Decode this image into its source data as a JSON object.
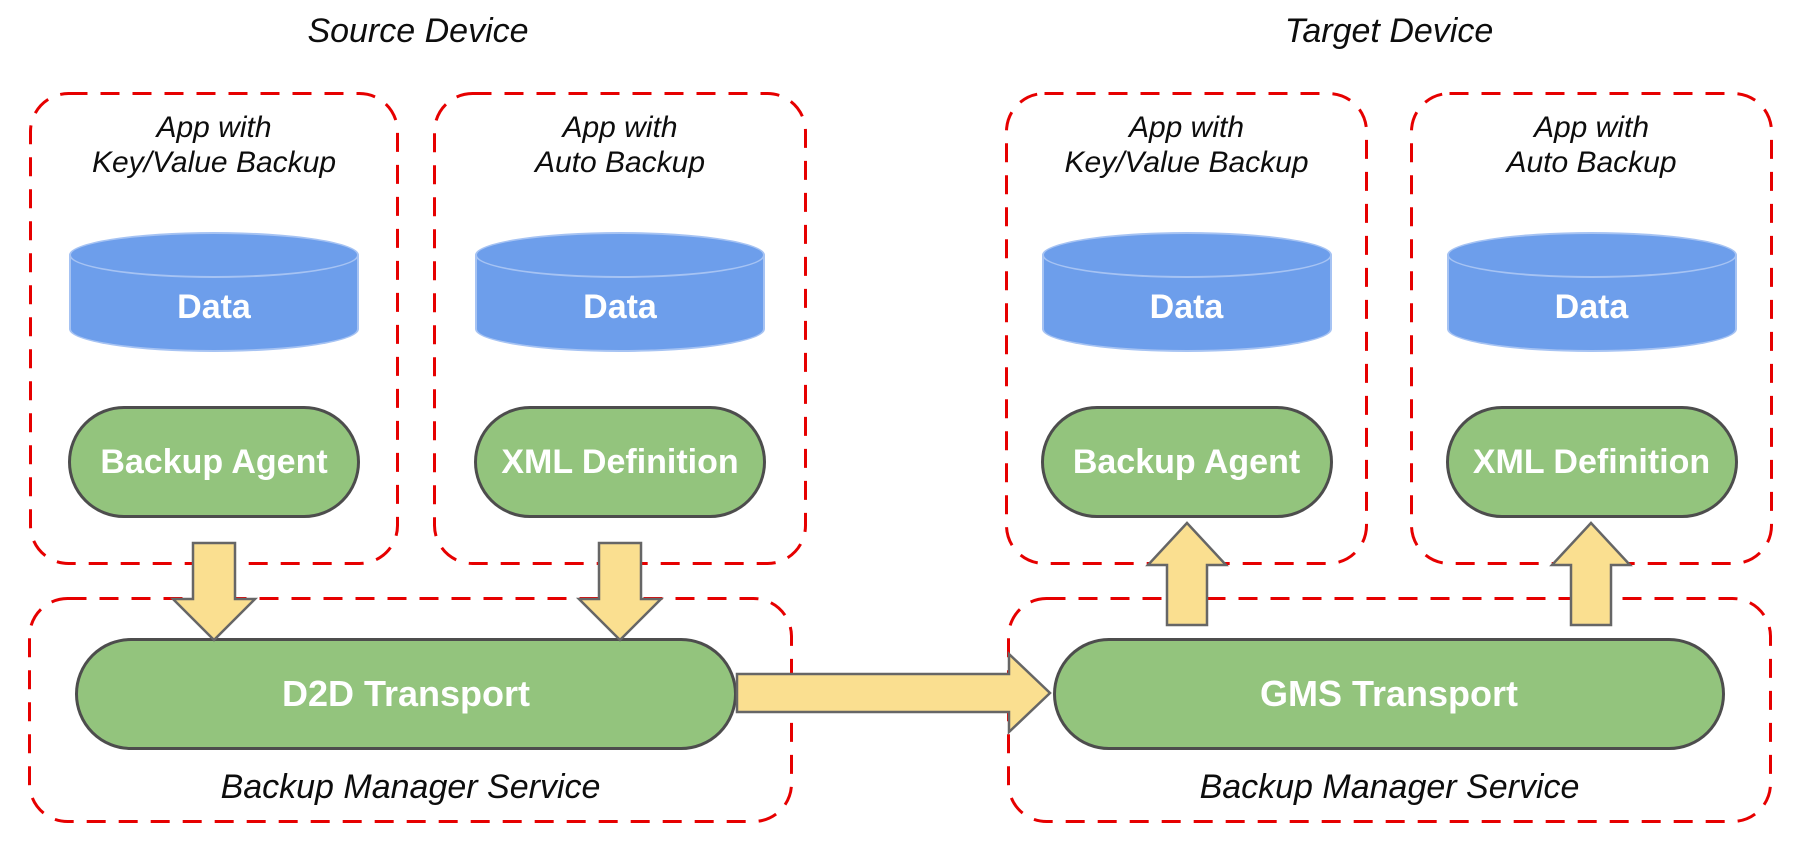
{
  "titles": {
    "source": "Source Device",
    "target": "Target Device"
  },
  "apps": [
    {
      "line1": "App with",
      "line2": "Key/Value Backup",
      "data_label": "Data",
      "component": "Backup Agent"
    },
    {
      "line1": "App with",
      "line2": "Auto Backup",
      "data_label": "Data",
      "component": "XML Definition"
    },
    {
      "line1": "App with",
      "line2": "Key/Value Backup",
      "data_label": "Data",
      "component": "Backup Agent"
    },
    {
      "line1": "App with",
      "line2": "Auto Backup",
      "data_label": "Data",
      "component": "XML Definition"
    }
  ],
  "services": [
    {
      "name": "Backup Manager Service",
      "transport": "D2D Transport"
    },
    {
      "name": "Backup Manager Service",
      "transport": "GMS Transport"
    }
  ],
  "icons": {
    "down_arrow": "block-arrow-down",
    "up_arrow": "block-arrow-up",
    "right_arrow": "block-arrow-right"
  },
  "colors": {
    "dashed_border": "#e60000",
    "cylinder_fill": "#6d9eeb",
    "cylinder_edge": "#a6c3f3",
    "pill_fill": "#93c47d",
    "pill_border": "#4d4d4d",
    "arrow_fill": "#fadf90",
    "arrow_border": "#666666",
    "text_dark": "#111111",
    "text_light": "#ffffff"
  }
}
